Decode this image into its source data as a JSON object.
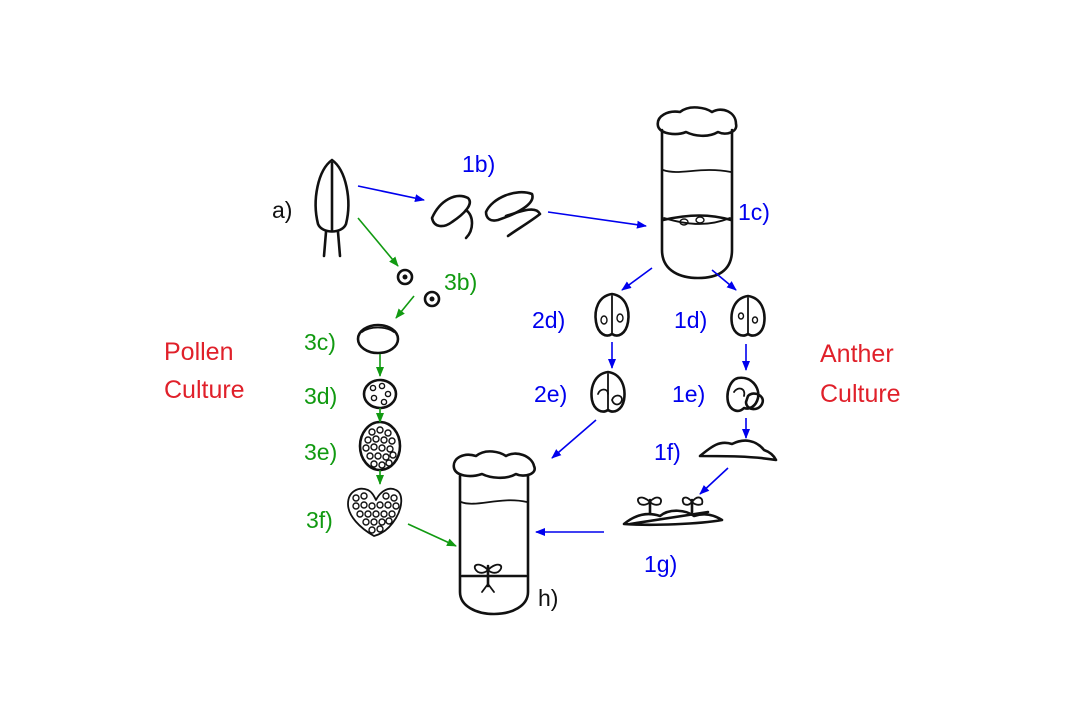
{
  "labels": {
    "a": "a)",
    "b1": "1b)",
    "c1": "1c)",
    "b3": "3b)",
    "c3": "3c)",
    "d3": "3d)",
    "e3": "3e)",
    "f3": "3f)",
    "d2": "2d)",
    "d1": "1d)",
    "e2": "2e)",
    "e1": "1e)",
    "f1": "1f)",
    "g1": "1g)",
    "h": "h)"
  },
  "categories": {
    "pollen": [
      "Pollen",
      "Culture"
    ],
    "anther": [
      "Anther",
      "Culture"
    ]
  },
  "colors": {
    "blue": "#0000ee",
    "green": "#119a11",
    "red": "#e0202a",
    "black": "#111111"
  }
}
